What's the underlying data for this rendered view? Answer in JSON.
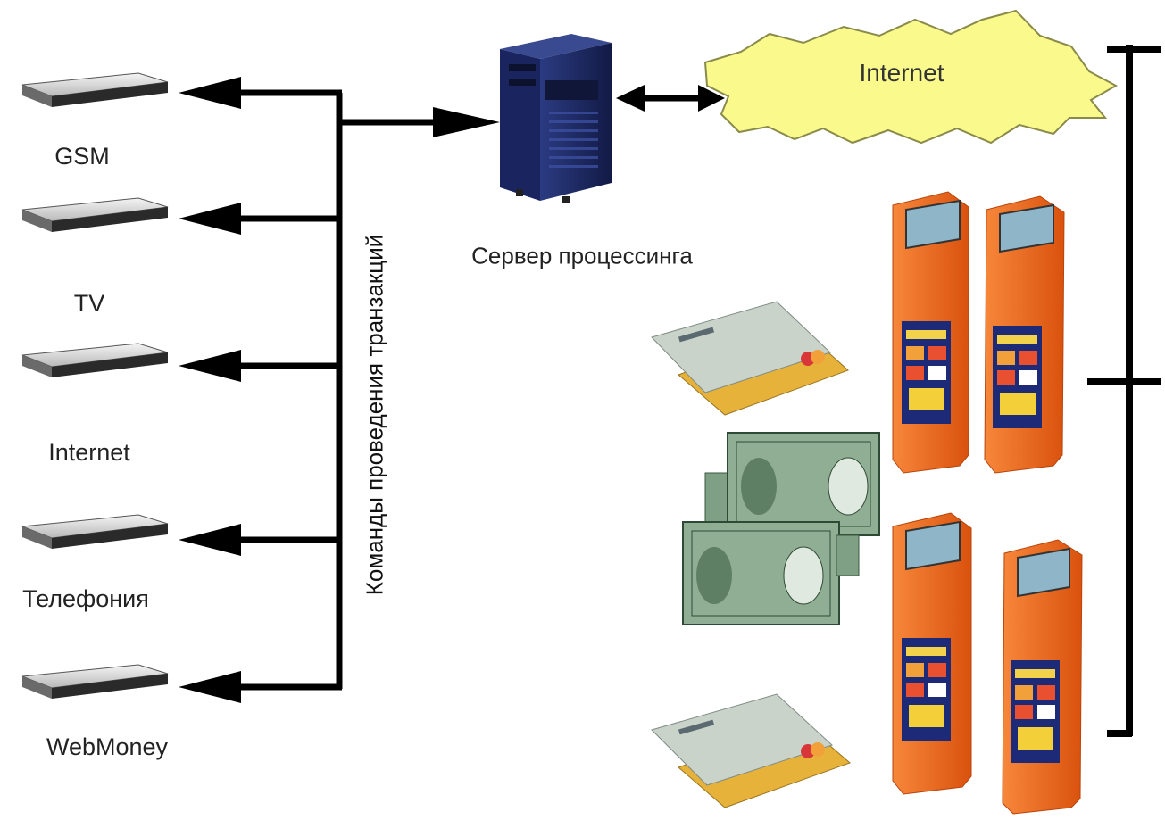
{
  "providers": [
    {
      "label": "GSM"
    },
    {
      "label": "TV"
    },
    {
      "label": "Internet"
    },
    {
      "label": "Телефония"
    },
    {
      "label": "WebMoney"
    }
  ],
  "bus_caption": "Команды проведения транзакций",
  "server": {
    "label": "Сервер процессинга"
  },
  "internet_cloud": {
    "label": "Internet"
  },
  "icons": {
    "provider": "rack-server-icon",
    "server": "tower-server-icon",
    "cloud": "internet-burst-icon",
    "terminal": "payment-kiosk-icon",
    "cards": "credit-cards-icon",
    "cash": "banknotes-icon"
  },
  "colors": {
    "line": "#000000",
    "cloud_fill": "#fafa8c",
    "kiosk_orange": "#f26b1d",
    "kiosk_screen": "#8fb6c8",
    "server_body": "#1e2d6b",
    "banknote": "#8fae93",
    "card": "#c9d3c9"
  }
}
